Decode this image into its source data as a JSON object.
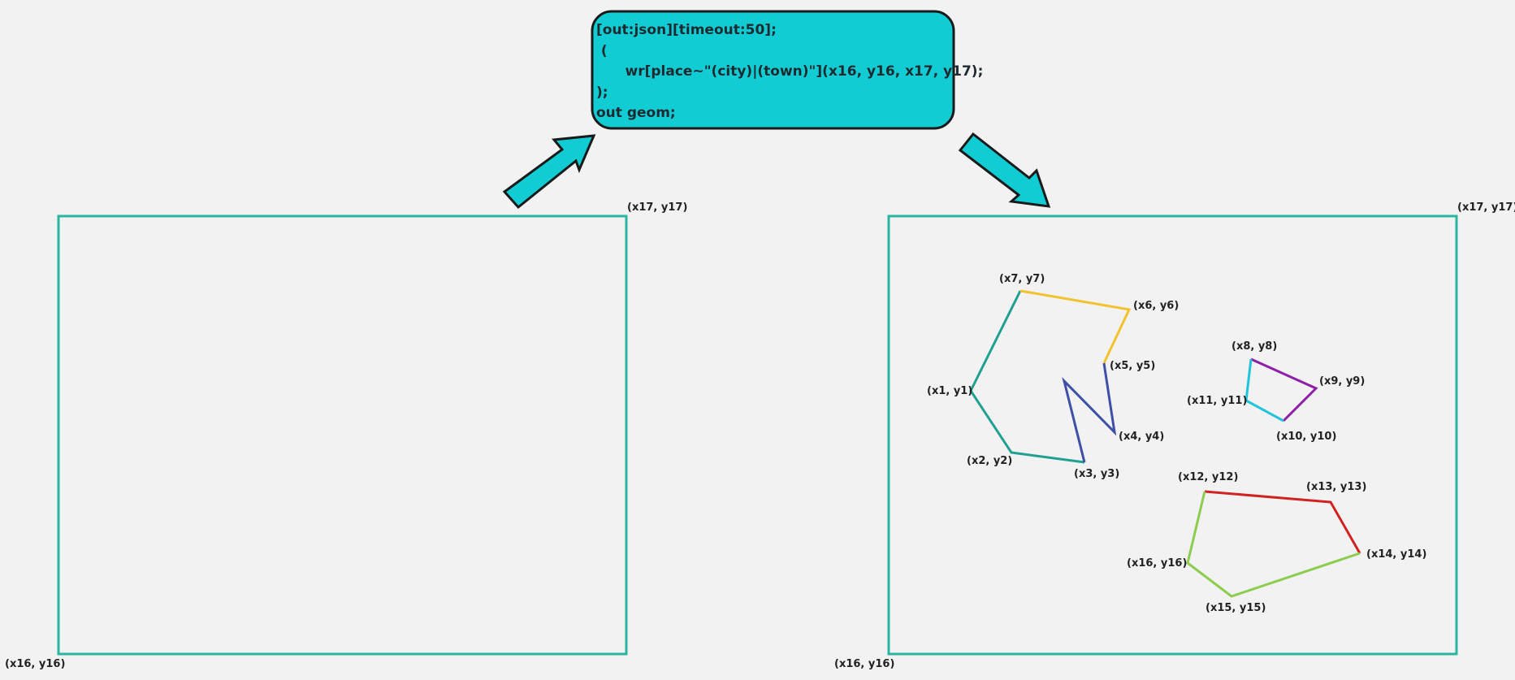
{
  "query_box": {
    "lines": [
      "[out:json][timeout:50];",
      " (",
      "      wr[place~\"(city)|(town)\"](x16, y16, x17, y17);",
      ");",
      "out geom;"
    ]
  },
  "left_frame": {
    "top_right_label": "(x17, y17)",
    "bottom_left_label": "(x16, y16)"
  },
  "right_frame": {
    "top_right_label": "(x17, y17)",
    "bottom_left_label": "(x16, y16)"
  },
  "points": {
    "p1": "(x1, y1)",
    "p2": "(x2, y2)",
    "p3": "(x3, y3)",
    "p4": "(x4, y4)",
    "p5": "(x5, y5)",
    "p6": "(x6, y6)",
    "p7": "(x7, y7)",
    "p8": "(x8, y8)",
    "p9": "(x9, y9)",
    "p10": "(x10, y10)",
    "p11": "(x11, y11)",
    "p12": "(x12, y12)",
    "p13": "(x13, y13)",
    "p14": "(x14, y14)",
    "p15": "(x15, y15)",
    "p16": "(x16, y16)"
  },
  "colors": {
    "background": "#f2f2f2",
    "frame": "#2ab5a0",
    "query_fill": "#12ccd4",
    "arrow_fill": "#12ccd4",
    "outline": "#1a1a1a",
    "seg_teal": "#1fa090",
    "seg_yellow": "#f2c12e",
    "seg_indigo": "#3f4fa8",
    "seg_purple": "#8e1fa8",
    "seg_cyan": "#20c4d8",
    "seg_red": "#d12222",
    "seg_green": "#8ccc4e"
  }
}
